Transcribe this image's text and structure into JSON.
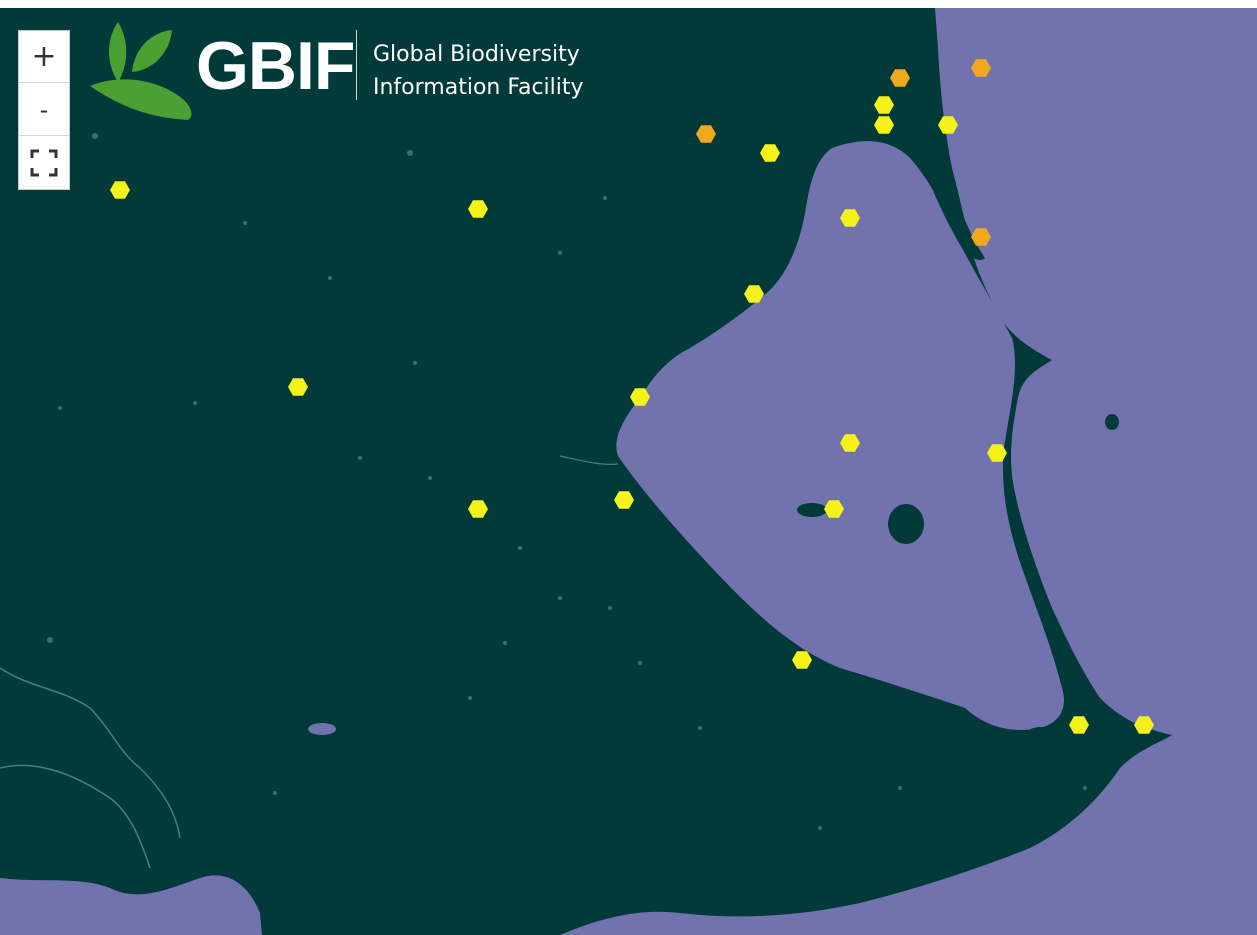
{
  "map": {
    "controls": {
      "zoom_in": "+",
      "zoom_out": "-",
      "fullscreen_icon": "fullscreen-icon"
    },
    "logo": {
      "wordmark": "GBIF",
      "tagline_line1": "Global Biodiversity",
      "tagline_line2": "Information Facility",
      "icon": "leaf-icon"
    },
    "colors": {
      "land": "#023a3a",
      "water": "#7272ae",
      "occurrence_yellow": "#f5f219",
      "occurrence_orange": "#f0a81c",
      "leaf_green": "#4aa032"
    }
  }
}
